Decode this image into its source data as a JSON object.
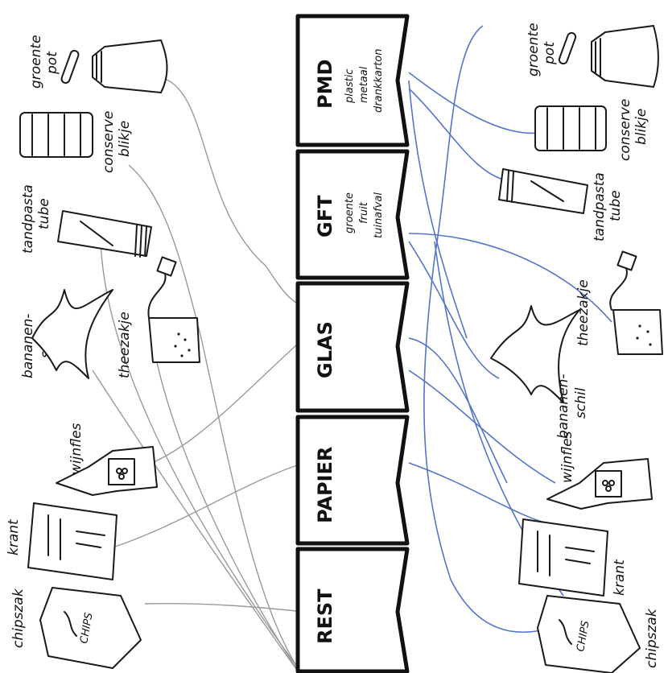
{
  "bins": {
    "pmd": {
      "title": "PMD",
      "lines": [
        "plastic",
        "metaal",
        "drankkarton"
      ]
    },
    "gft": {
      "title": "GFT",
      "lines": [
        "groente",
        "fruit",
        "tuinafval"
      ]
    },
    "glas": {
      "title": "GLAS",
      "lines": []
    },
    "papier": {
      "title": "PAPIER",
      "lines": []
    },
    "rest": {
      "title": "REST",
      "lines": []
    }
  },
  "left_items": {
    "groente_pot": [
      "groente",
      "pot"
    ],
    "conserve_blikje": [
      "conserve",
      "blikje"
    ],
    "tandpasta_tube": [
      "tandpasta",
      "tube"
    ],
    "theezakje": [
      "theezakje"
    ],
    "bananenschil": [
      "bananen-",
      "schil"
    ],
    "wijnfles": [
      "wijnfles"
    ],
    "krant": [
      "krant"
    ],
    "chipszak": [
      "chipszak"
    ],
    "chips_print": "CHIPS"
  },
  "right_items": {
    "groente_pot": [
      "groente",
      "pot"
    ],
    "conserve_blikje": [
      "conserve",
      "blikje"
    ],
    "tandpasta_tube": [
      "tandpasta",
      "tube"
    ],
    "theezakje": [
      "theezakje"
    ],
    "bananenschil": [
      "bananen-",
      "schil"
    ],
    "wijnfles": [
      "wijnfles"
    ],
    "krant": [
      "krant"
    ],
    "chipszak": [
      "chipszak"
    ],
    "chips_print": "CHIPS"
  },
  "colors": {
    "left_lines": "#9a9a9a",
    "right_lines": "#5575c9",
    "ink": "#1a1a1a"
  }
}
